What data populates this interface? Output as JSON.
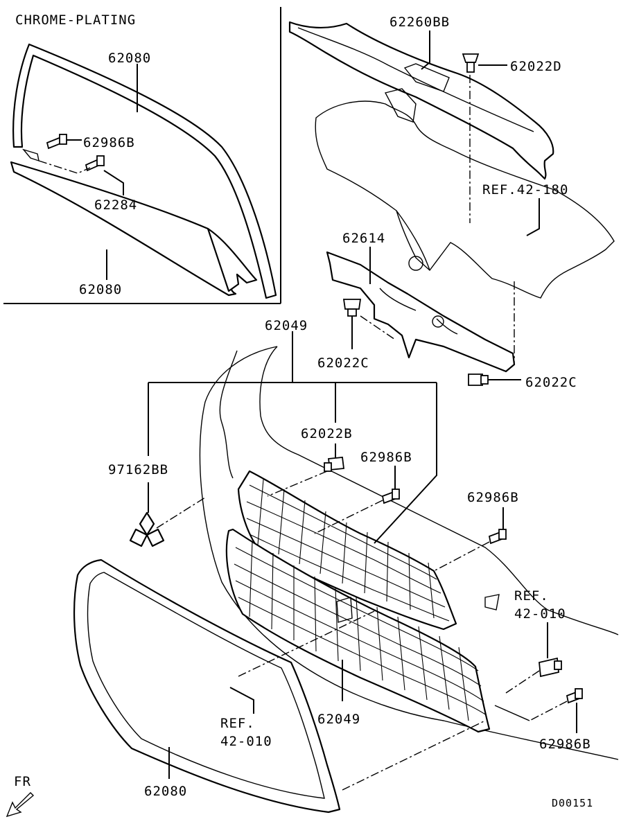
{
  "inset": {
    "title": "CHROME-PLATING"
  },
  "labels": {
    "p62080_top": "62080",
    "p62986B_inset": "62986B",
    "p62284": "62284",
    "p62080_inset_bottom": "62080",
    "p62260BB": "62260BB",
    "p62022D": "62022D",
    "ref42_180": "REF.42-180",
    "p62614": "62614",
    "p62022C_a": "62022C",
    "p62022C_b": "62022C",
    "p62049_top": "62049",
    "p62022B": "62022B",
    "p97162BB": "97162BB",
    "p62986B_a": "62986B",
    "p62986B_b": "62986B",
    "ref42_010_right_a": "REF.",
    "ref42_010_right_b": "42-010",
    "ref42_010_left_a": "REF.",
    "ref42_010_left_b": "42-010",
    "p62049_bottom": "62049",
    "p62986B_c": "62986B",
    "p62080_bottom": "62080",
    "fr": "FR",
    "code": "D00151"
  }
}
